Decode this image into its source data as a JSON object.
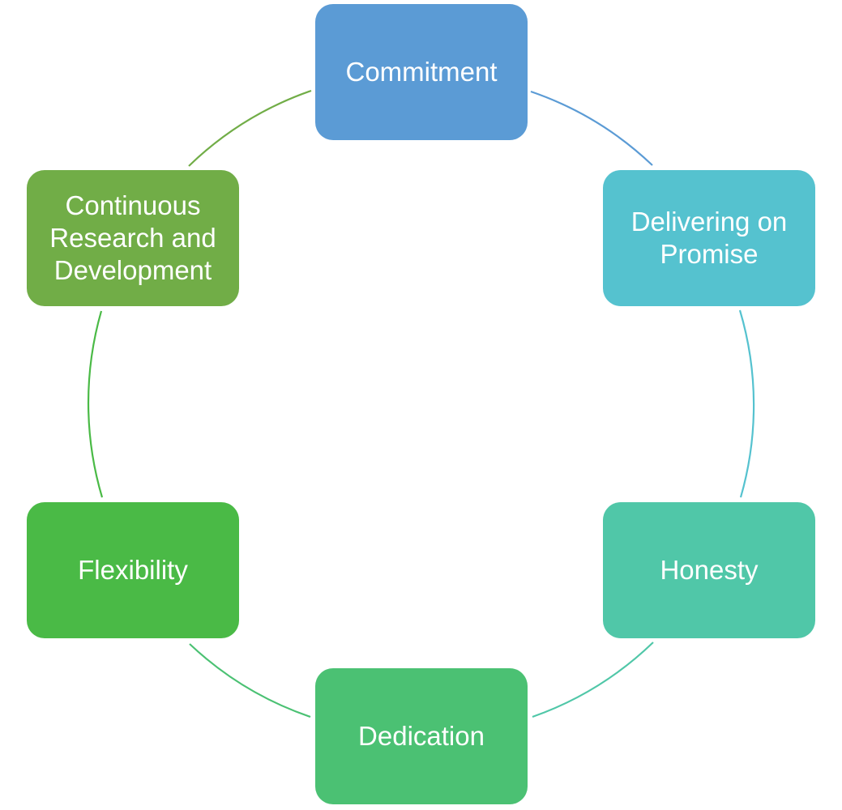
{
  "diagram": {
    "type": "cycle",
    "nodes": [
      {
        "id": "commitment",
        "label": "Commitment",
        "color": "#5b9bd5"
      },
      {
        "id": "delivering-on-promise",
        "label": "Delivering on\nPromise",
        "color": "#55c2cf"
      },
      {
        "id": "honesty",
        "label": "Honesty",
        "color": "#50c7a8"
      },
      {
        "id": "dedication",
        "label": "Dedication",
        "color": "#4bc173"
      },
      {
        "id": "flexibility",
        "label": "Flexibility",
        "color": "#4aba46"
      },
      {
        "id": "continuous-research",
        "label": "Continuous\nResearch and\nDevelopment",
        "color": "#71ad47"
      }
    ],
    "connector_colors": [
      "#5b9bd5",
      "#55c2cf",
      "#50c7a8",
      "#4bc173",
      "#4aba46",
      "#71ad47"
    ]
  }
}
